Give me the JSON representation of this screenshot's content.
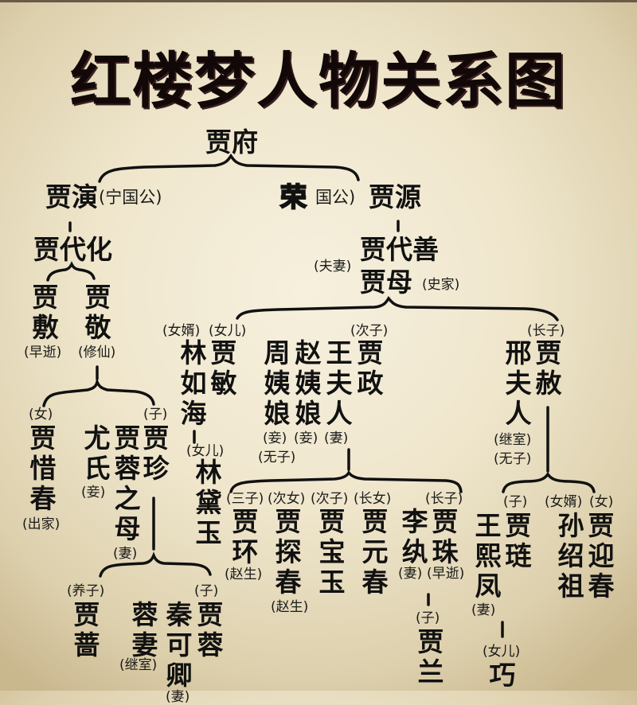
{
  "title": "红楼梦人物关系图",
  "root": "贾府",
  "ningguo": {
    "founder": "贾演",
    "founder_note": "(宁国公)",
    "son": "贾代化",
    "children": [
      {
        "name": "贾敷",
        "note": "(早逝)"
      },
      {
        "name": "贾敬",
        "note": "(修仙)"
      }
    ],
    "jingChildren": {
      "xichun": {
        "role": "(女)",
        "name": "贾惜春",
        "note": "(出家)"
      },
      "youshi": {
        "name": "尤氏",
        "note": "(妾)"
      },
      "rongmu": {
        "name": "贾蓉之母",
        "note": "(妻)"
      },
      "jiazhen": {
        "role": "(子)",
        "name": "贾珍"
      }
    },
    "zhenChildren": {
      "jiaqiang": {
        "role": "(养子)",
        "name": "贾蔷"
      },
      "rongqi": {
        "name": "蓉妻",
        "note": "(继室)"
      },
      "qinkeqing": {
        "name": "秦可卿",
        "note": "(妻)"
      },
      "jiarong": {
        "role": "(子)",
        "name": "贾蓉"
      }
    }
  },
  "rongguo": {
    "founder_prefix": "荣",
    "founder_note": "国公)",
    "founder": "贾源",
    "couple_note": "(夫妻)",
    "son": "贾代善",
    "wife": "贾母",
    "wife_note": "(史家)",
    "daughter_branch": {
      "linruhai_role": "(女婿)",
      "linruhai": "林如海",
      "jiamin_role": "(女儿)",
      "jiamin": "贾敏",
      "daiyu_role": "(女儿)",
      "daiyu": "林黛玉"
    },
    "jiazheng_branch": {
      "zhouyiniang": "周姨娘",
      "zhou_note": "(妾)",
      "zhou_note2": "(无子)",
      "zhaoyiniang": "赵姨娘",
      "zhao_note": "(妾)",
      "wangfuren": "王夫人",
      "wang_note": "(妻)",
      "jiazheng_role": "(次子)",
      "jiazheng": "贾政"
    },
    "jiashe_branch": {
      "xingfuren": "邢夫人",
      "xing_note": "(继室)",
      "xing_note2": "(无子)",
      "jiashe_role": "(长子)",
      "jiashe": "贾赦"
    },
    "zhengChildren": [
      {
        "role": "(三子)",
        "name": "贾环",
        "note": "(赵生)"
      },
      {
        "role": "(次女)",
        "name": "贾探春",
        "note": "(赵生)"
      },
      {
        "role": "(次子)",
        "name": "贾宝玉"
      },
      {
        "role": "(长女)",
        "name": "贾元春"
      },
      {
        "name": "李纨",
        "note": "(妻)"
      },
      {
        "role": "(长子)",
        "name": "贾珠",
        "note": "(早逝)"
      }
    ],
    "zhuChild": {
      "role": "(子)",
      "name": "贾兰"
    },
    "sheChildren": {
      "wangxifeng": {
        "name": "王熙凤",
        "note": "(妻)"
      },
      "jialian": {
        "role": "(子)",
        "name": "贾琏"
      },
      "sunshaozu": {
        "role": "(女婿)",
        "name": "孙绍祖"
      },
      "yingchun": {
        "role": "(女)",
        "name": "贾迎春"
      }
    },
    "lianChild": {
      "role": "(女儿)",
      "name": "巧"
    }
  }
}
